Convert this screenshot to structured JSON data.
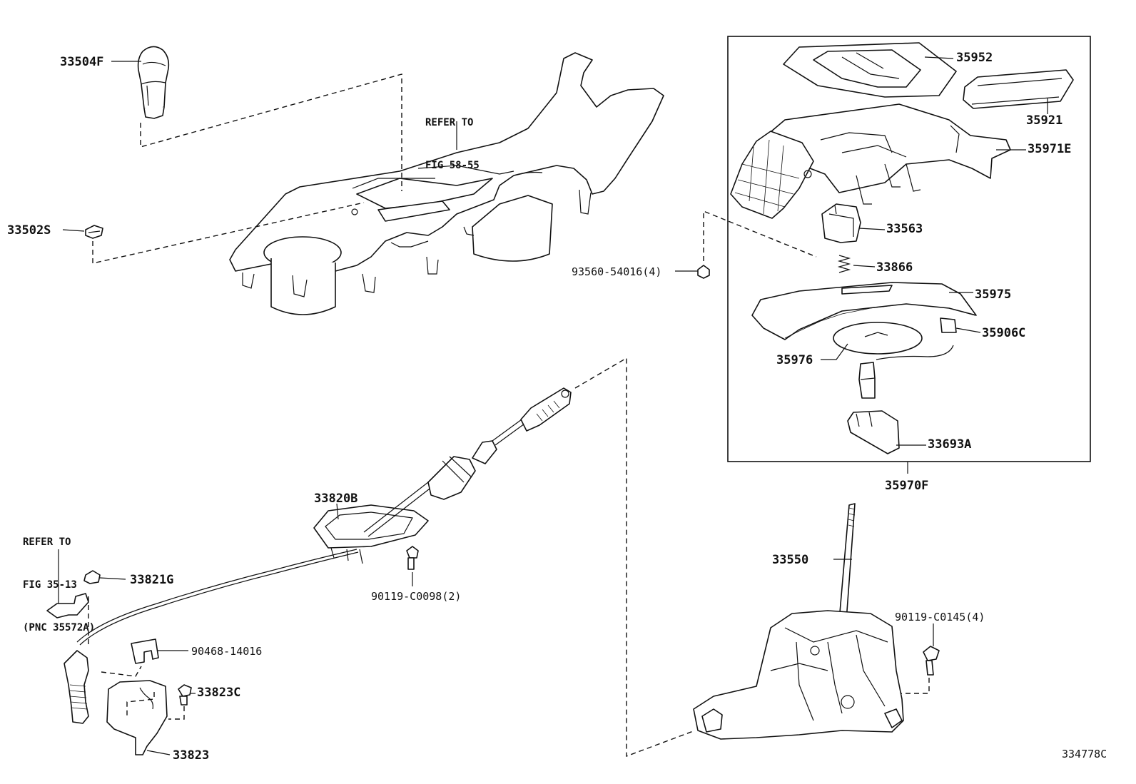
{
  "parts": [
    {
      "id": "p1",
      "label": "33504F"
    },
    {
      "id": "p2",
      "label": "33502S"
    },
    {
      "id": "p3",
      "label": "35952"
    },
    {
      "id": "p4",
      "label": "35921"
    },
    {
      "id": "p5",
      "label": "35971E"
    },
    {
      "id": "p6",
      "label": "33563"
    },
    {
      "id": "p7",
      "label": "93560-54016(4)"
    },
    {
      "id": "p8",
      "label": "33866"
    },
    {
      "id": "p9",
      "label": "35975"
    },
    {
      "id": "p10",
      "label": "35906C"
    },
    {
      "id": "p11",
      "label": "35976"
    },
    {
      "id": "p12",
      "label": "33693A"
    },
    {
      "id": "p13",
      "label": "35970F"
    },
    {
      "id": "p14",
      "label": "33820B"
    },
    {
      "id": "p15",
      "label": "33821G"
    },
    {
      "id": "p16",
      "label": "90119-C0098(2)"
    },
    {
      "id": "p17",
      "label": "90468-14016"
    },
    {
      "id": "p18",
      "label": "33823C"
    },
    {
      "id": "p19",
      "label": "33823"
    },
    {
      "id": "p20",
      "label": "33550"
    },
    {
      "id": "p21",
      "label": "90119-C0145(4)"
    }
  ],
  "references": [
    {
      "id": "r1",
      "lines": [
        "REFER TO",
        "FIG 58-55"
      ]
    },
    {
      "id": "r2",
      "lines": [
        "REFER TO",
        "FIG 35-13",
        "(PNC 35572A)"
      ]
    }
  ],
  "diagram_code": "334778C"
}
